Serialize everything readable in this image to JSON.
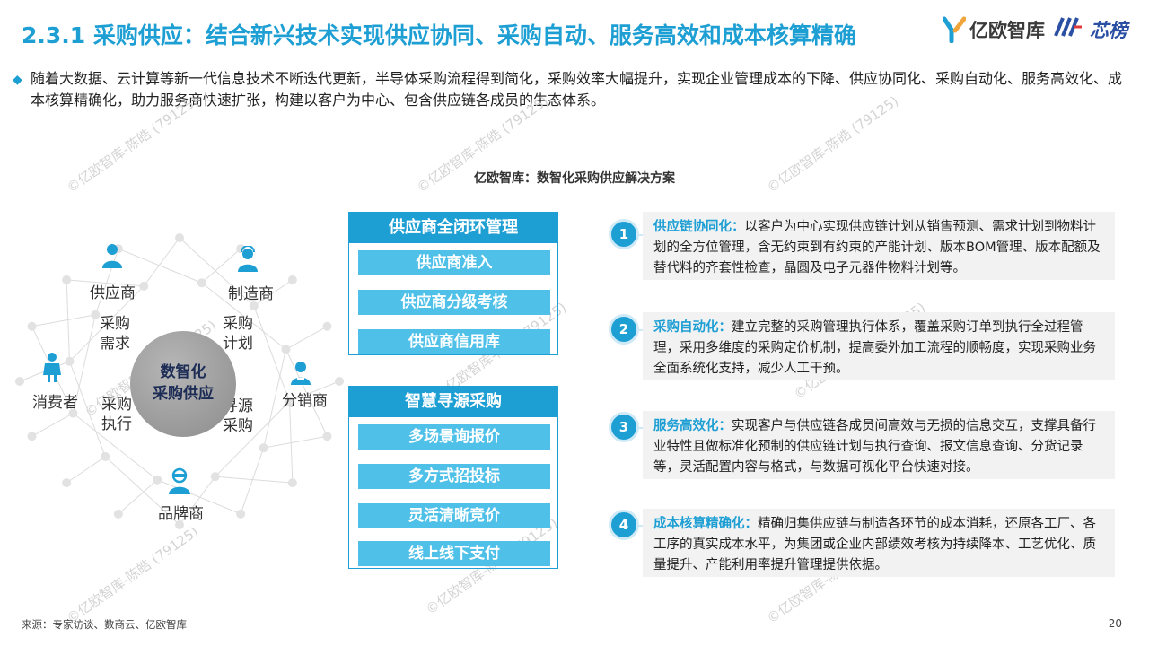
{
  "header": {
    "title": "2.3.1 采购供应：结合新兴技术实现供应协同、采购自动、服务高效和成本核算精确",
    "logo_yiou": "亿欧智库",
    "logo_xinbang": "芯榜"
  },
  "intro": {
    "bullet": "◆",
    "text": "随着大数据、云计算等新一代信息技术不断迭代更新，半导体采购流程得到简化，采购效率大幅提升，实现企业管理成本的下降、供应协同化、采购自动化、服务高效化、成本核算精确化，助力服务商快速扩张，构建以客户为中心、包含供应链各成员的生态体系。"
  },
  "diagram": {
    "title": "亿欧智库：数智化采购供应解决方案",
    "center": [
      "数智化",
      "采购供应"
    ],
    "nodes": {
      "supplier": "供应商",
      "manufacturer": "制造商",
      "consumer": "消费者",
      "distributor": "分销商",
      "brand": "品牌商"
    },
    "stages": {
      "demand": [
        "采购",
        "需求"
      ],
      "plan": [
        "采购",
        "计划"
      ],
      "execute": [
        "采购",
        "执行"
      ],
      "sourcing": [
        "寻源",
        "采购"
      ]
    }
  },
  "panels": [
    {
      "header": "供应商全闭环管理",
      "items": [
        "供应商准入",
        "供应商分级考核",
        "供应商信用库"
      ]
    },
    {
      "header": "智慧寻源采购",
      "items": [
        "多场景询报价",
        "多方式招投标",
        "灵活清晰竞价",
        "线上线下支付"
      ]
    }
  ],
  "features": [
    {
      "number": "1",
      "key": "供应链协同化：",
      "text": "以客户为中心实现供应链计划从销售预测、需求计划到物料计划的全方位管理，含无约束到有约束的产能计划、版本BOM管理、版本配额及替代料的齐套性检查，晶圆及电子元器件物料计划等。"
    },
    {
      "number": "2",
      "key": "采购自动化：",
      "text": "建立完整的采购管理执行体系，覆盖采购订单到执行全过程管理，采用多维度的采购定价机制，提高委外加工流程的顺畅度，实现采购业务全面系统化支持，减少人工干预。"
    },
    {
      "number": "3",
      "key": "服务高效化：",
      "text": "实现客户与供应链各成员间高效与无损的信息交互，支撑具备行业特性且做标准化预制的供应链计划与执行查询、报文信息查询、分货记录等，灵活配置内容与格式，与数据可视化平台快速对接。"
    },
    {
      "number": "4",
      "key": "成本核算精确化：",
      "text": "精确归集供应链与制造各环节的成本消耗，还原各工厂、各工序的真实成本水平，为集团或企业内部绩效考核为持续降本、工艺优化、质量提升、产能利用率提升管理提供依据。"
    }
  ],
  "watermark": "©亿欧智库-陈皓 (79125)",
  "footer": {
    "source": "来源：专家访谈、数商云、亿欧智库",
    "page": "20"
  },
  "colors": {
    "accent": "#1e9fd4",
    "light_accent": "#4fc0e8",
    "card_bg": "#f2f2f2",
    "brand_blue": "#2a4fa3"
  }
}
